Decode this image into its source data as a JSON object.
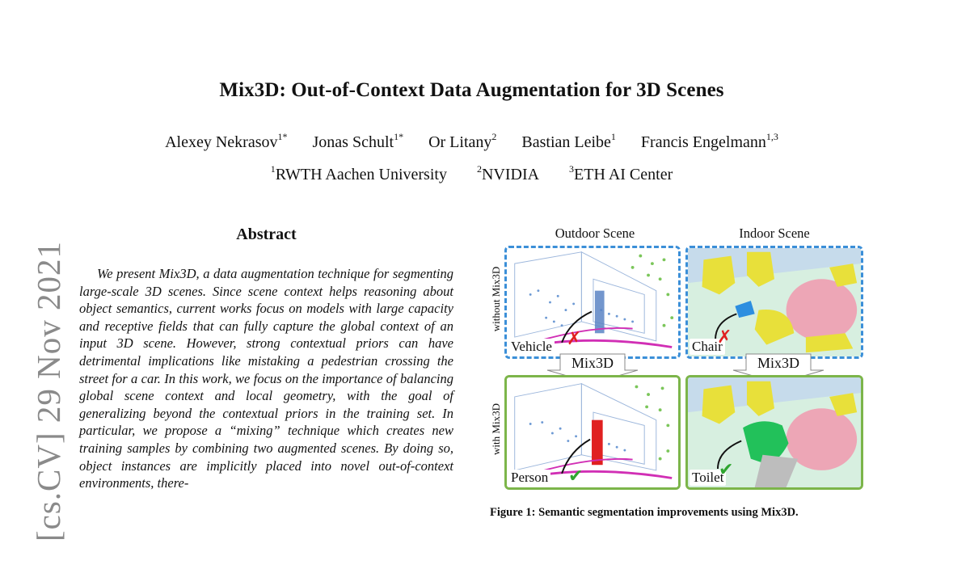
{
  "arxiv_stamp": "[cs.CV]  29 Nov 2021",
  "title": "Mix3D: Out-of-Context Data Augmentation for 3D Scenes",
  "authors": [
    {
      "name": "Alexey Nekrasov",
      "sup": "1*"
    },
    {
      "name": "Jonas Schult",
      "sup": "1*"
    },
    {
      "name": "Or Litany",
      "sup": "2"
    },
    {
      "name": "Bastian Leibe",
      "sup": "1"
    },
    {
      "name": "Francis Engelmann",
      "sup": "1,3"
    }
  ],
  "affiliations": [
    {
      "sup": "1",
      "name": "RWTH Aachen University"
    },
    {
      "sup": "2",
      "name": "NVIDIA"
    },
    {
      "sup": "3",
      "name": "ETH AI Center"
    }
  ],
  "abstract": {
    "heading": "Abstract",
    "text": "We present Mix3D, a data augmentation technique for segmenting large-scale 3D scenes. Since scene context helps reasoning about object semantics, current works focus on models with large capacity and receptive fields that can fully capture the global context of an input 3D scene. However, strong contextual priors can have detrimental implications like mistaking a pedestrian crossing the street for a car. In this work, we focus on the importance of balancing global scene context and local geometry, with the goal of generalizing beyond the contextual priors in the training set. In particular, we propose a “mixing” technique which creates new training samples by combining two augmented scenes. By doing so, object instances are implicitly placed into novel out-of-context environments, there-"
  },
  "figure": {
    "col_headers": [
      "Outdoor Scene",
      "Indoor Scene"
    ],
    "row_labels": [
      "without Mix3D",
      "with Mix3D"
    ],
    "arrow_label": "Mix3D",
    "panels": {
      "outdoor_without": {
        "tag": "Vehicle",
        "mark": "✗",
        "mark_color": "#e02020"
      },
      "indoor_without": {
        "tag": "Chair",
        "mark": "✗",
        "mark_color": "#e02020"
      },
      "outdoor_with": {
        "tag": "Person",
        "mark": "✔",
        "mark_color": "#2fa52f"
      },
      "indoor_with": {
        "tag": "Toilet",
        "mark": "✔",
        "mark_color": "#2fa52f"
      }
    },
    "caption": "Figure 1: Semantic segmentation improvements using Mix3D."
  }
}
